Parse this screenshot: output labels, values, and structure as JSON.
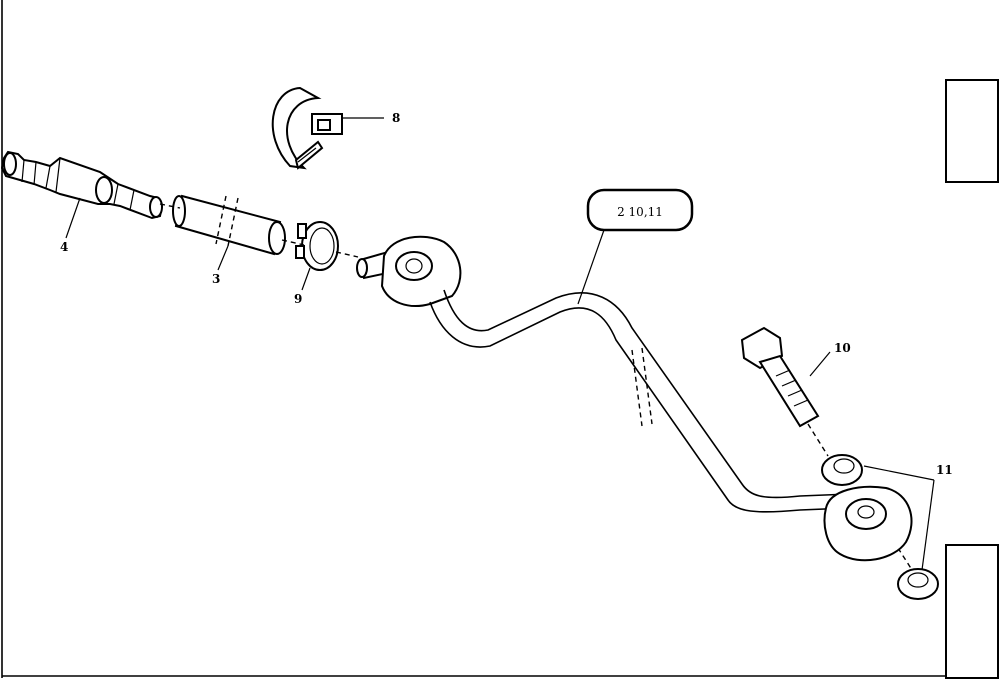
{
  "callouts": {
    "c4": "4",
    "c3": "3",
    "c9": "9",
    "c8": "8",
    "c10": "10",
    "c11": "11",
    "ref": "2 10,11"
  }
}
